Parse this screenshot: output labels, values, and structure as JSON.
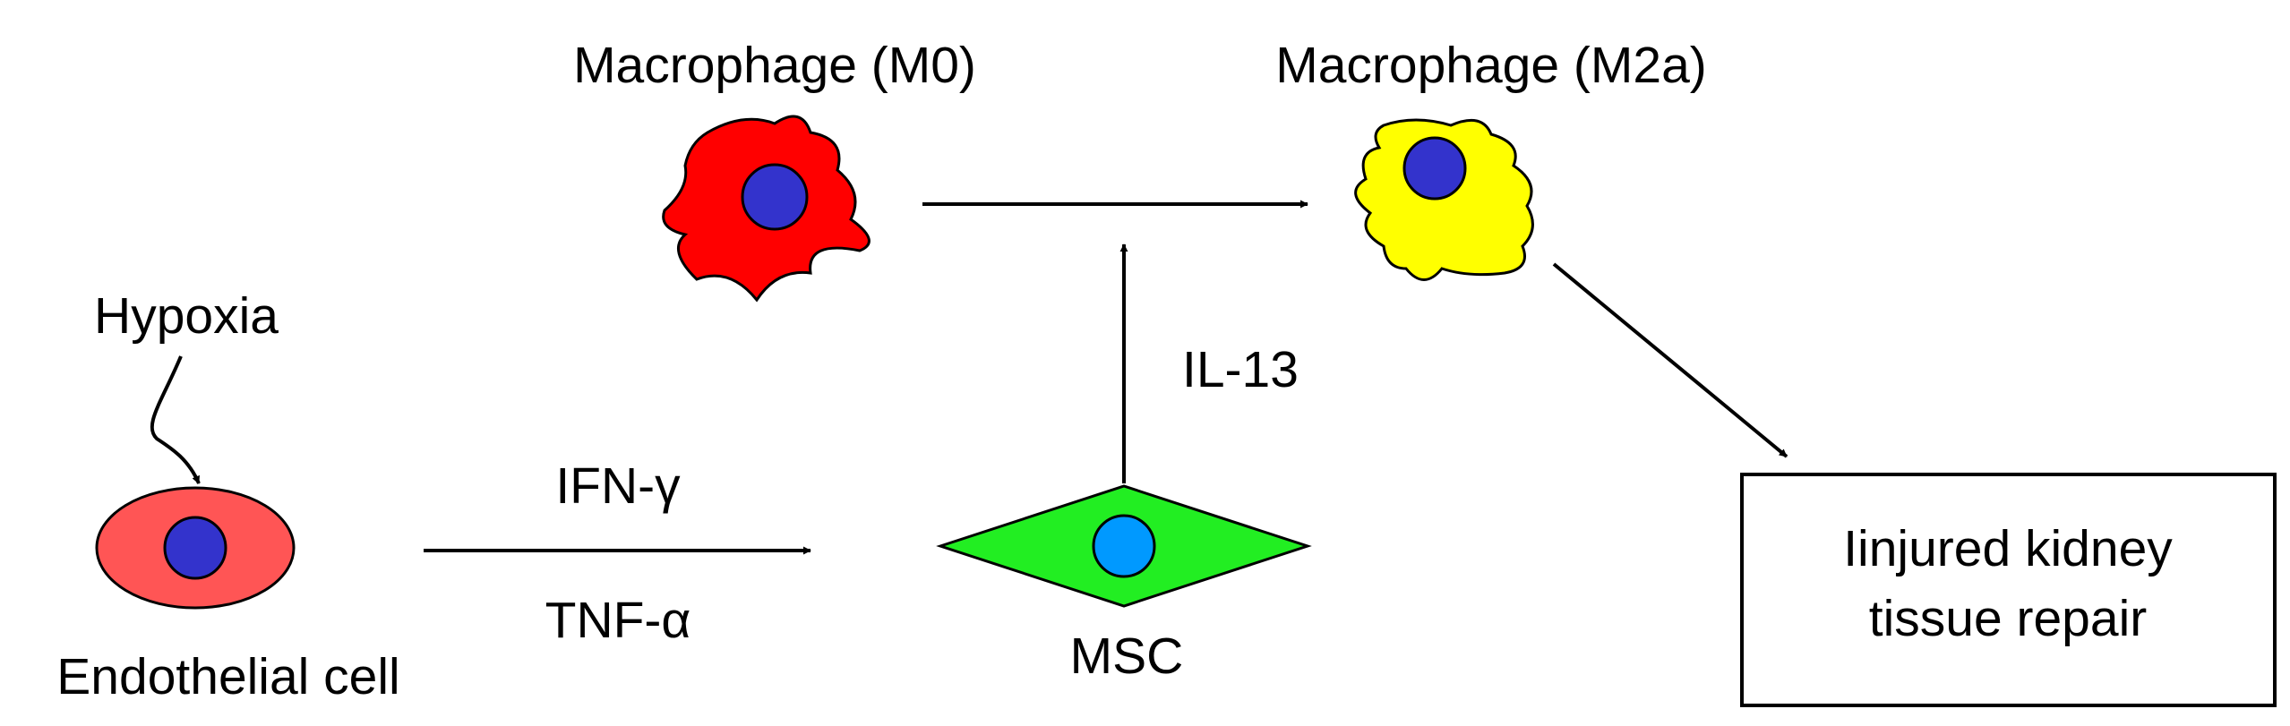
{
  "labels": {
    "macrophage_m0": "Macrophage (M0)",
    "macrophage_m2a": "Macrophage (M2a)",
    "hypoxia": "Hypoxia",
    "endothelial_cell": "Endothelial cell",
    "ifn_gamma": "IFN-γ",
    "tnf_alpha": "TNF-α",
    "il_13": "IL-13",
    "msc": "MSC",
    "repair_line1": "Iinjured kidney",
    "repair_line2": "tissue repair"
  },
  "colors": {
    "m0_cell": "#ff0000",
    "m2a_cell": "#ffff00",
    "nucleus": "#3333cc",
    "endothelial_cell": "#ff5555",
    "msc_cell": "#22ee22",
    "msc_nucleus": "#0099ff",
    "outline": "#000000"
  }
}
